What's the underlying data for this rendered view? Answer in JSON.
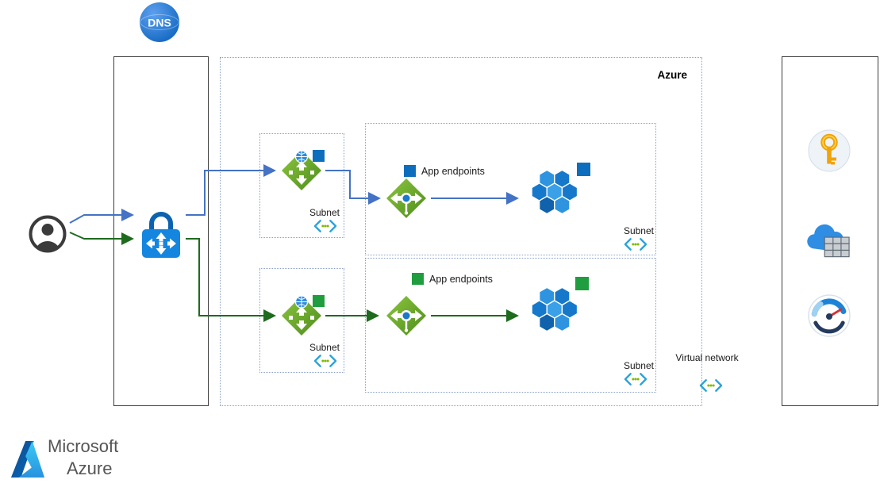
{
  "labels": {
    "dns": "DNS",
    "azure": "Azure",
    "subnet": "Subnet",
    "app_endpoints": "App endpoints",
    "virtual_network": "Virtual network"
  },
  "logo": {
    "line1": "Microsoft",
    "line2": "Azure"
  },
  "colors": {
    "flow_blue": "#4472c4",
    "flow_green": "#1e6b1e",
    "badge_blue": "#0d6ebd",
    "badge_green": "#1f9d3f",
    "azure_blue": "#1486e0",
    "diamond_green": "#6fae24",
    "subnet_teal": "#2ba3dc",
    "hex_blue": "#1678cb",
    "key_gold": "#f0a30a"
  }
}
